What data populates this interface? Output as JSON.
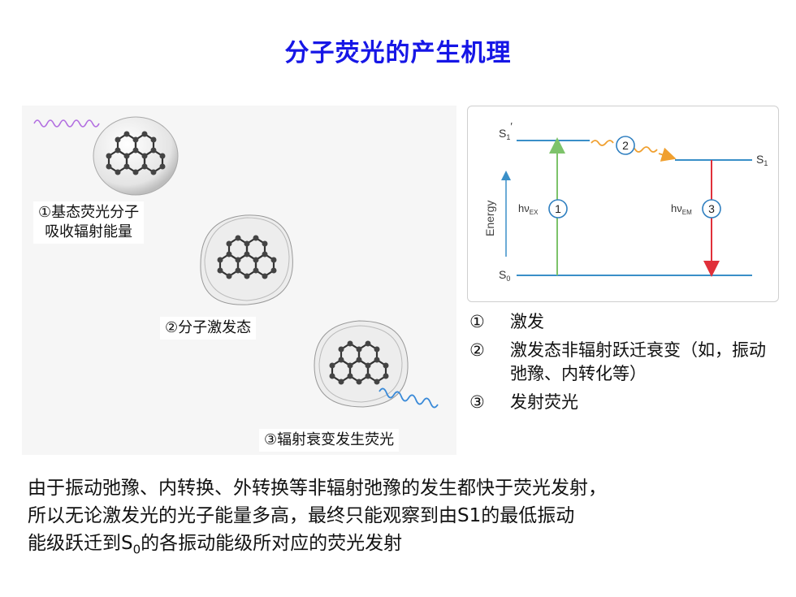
{
  "title": "分子荧光的产生机理",
  "illustration": {
    "caption1_line1": "①基态荧光分子",
    "caption1_line2": "吸收辐射能量",
    "caption2": "②分子激发态",
    "caption3": "③辐射衰变发生荧光"
  },
  "energy_diagram": {
    "s1_prime": "S",
    "s1_prime_sub": "1",
    "s1_prime_mark": "′",
    "s1": "S",
    "s1_sub": "1",
    "s0": "S",
    "s0_sub": "0",
    "axis_label": "Energy",
    "hv_ex": "hν",
    "hv_ex_sub": "EX",
    "hv_em": "hν",
    "hv_em_sub": "EM",
    "circle1": "1",
    "circle2": "2",
    "circle3": "3",
    "colors": {
      "excite": "#7dc36a",
      "emit": "#e0303a",
      "relax": "#f0a030",
      "level": "#3a8fc8",
      "circle": "#2f7fc0"
    }
  },
  "steps": [
    {
      "num": "①",
      "text": "激发"
    },
    {
      "num": "②",
      "text": "激发态非辐射跃迁衰变（如，振动弛豫、内转化等）"
    },
    {
      "num": "③",
      "text": "发射荧光"
    }
  ],
  "body": {
    "line1": "由于振动弛豫、内转换、外转换等非辐射弛豫的发生都快于荧光发射，",
    "line2": "所以无论激发光的光子能量多高，最终只能观察到由S1的最低振动",
    "line3_a": "能级跃迁到S",
    "line3_sub": "0",
    "line3_b": "的各振动能级所对应的荧光发射"
  }
}
